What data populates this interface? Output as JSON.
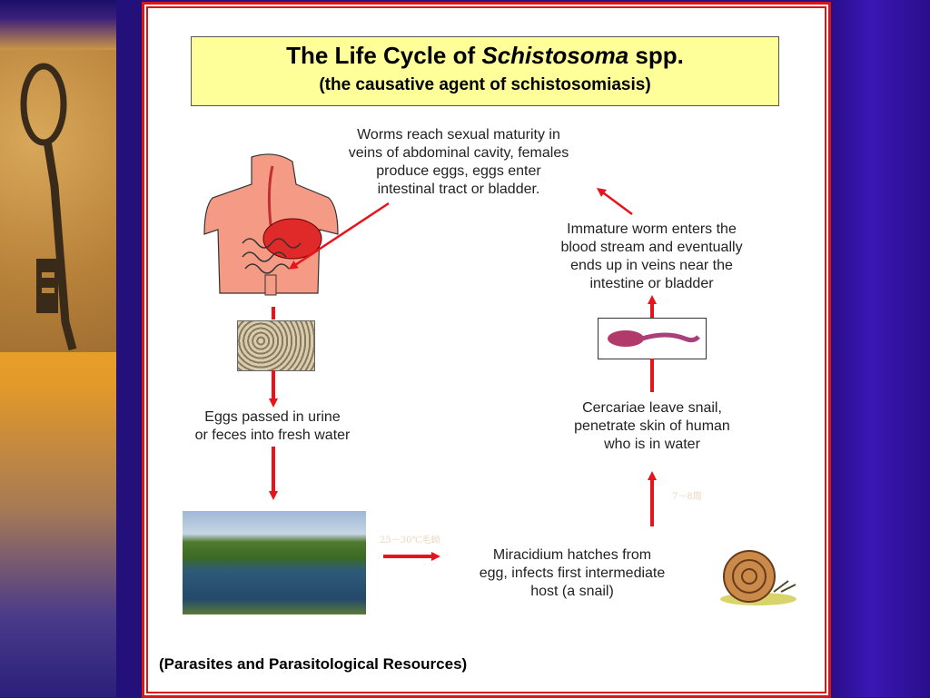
{
  "title": {
    "line1_prefix": "The Life Cycle of ",
    "line1_italic": "Schistosoma",
    "line1_suffix": " spp.",
    "line2": "(the causative agent of schistosomiasis)"
  },
  "steps": {
    "maturity": [
      "Worms reach sexual maturity in",
      "veins of abdominal cavity, females",
      "produce eggs, eggs enter",
      "intestinal tract or bladder."
    ],
    "immature": [
      "Immature worm enters the",
      "blood stream and eventually",
      "ends up in veins near the",
      "intestine or bladder"
    ],
    "eggs": [
      "Eggs passed in urine",
      "or feces into fresh water"
    ],
    "cercariae": [
      "Cercariae leave snail,",
      "penetrate skin of human",
      "who is in water"
    ],
    "miracidium": [
      "Miracidium hatches from",
      "egg, infects first intermediate",
      "host (a snail)"
    ]
  },
  "faint_notes": {
    "temp": "25－30℃毛蚴",
    "weeks": "7－8周"
  },
  "footer": "(Parasites and Parasitological Resources)",
  "colors": {
    "arrow": "#e8141a",
    "frame": "#d81616",
    "title_bg": "#ffff99",
    "background": "#2a0e8a"
  },
  "icons": {
    "human": "human-torso-icon",
    "eggs": "eggs-micrograph",
    "water": "river-landscape",
    "snail": "snail-icon",
    "cercaria": "cercaria-micrograph",
    "key": "antique-key-photo"
  }
}
